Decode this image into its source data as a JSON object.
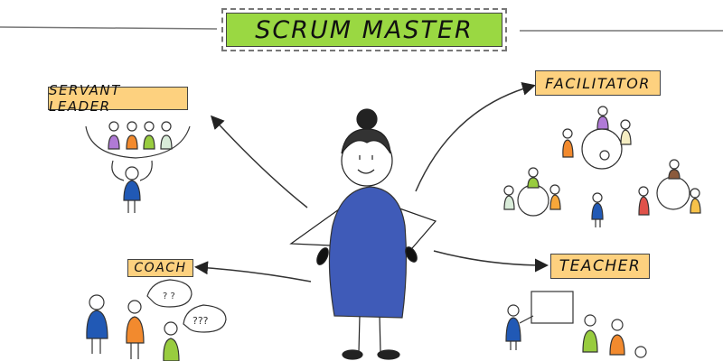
{
  "title": "SCRUM MASTER",
  "roles": [
    {
      "id": "servant_leader",
      "label": "SERVANT LEADER"
    },
    {
      "id": "facilitator",
      "label": "FACILITATOR"
    },
    {
      "id": "coach",
      "label": "COACH"
    },
    {
      "id": "teacher",
      "label": "TEACHER"
    }
  ],
  "speech_bubbles": [
    "? ?",
    "???"
  ],
  "colors": {
    "title_bg": "#9ad842",
    "label_bg": "#fdd17f",
    "dress": "#3f5bb8",
    "blue": "#2159b5",
    "orange": "#f28a2e",
    "green": "#98cc3f",
    "purple": "#b07ad6",
    "mint": "#d9ecd9",
    "cream": "#f5edc2",
    "brown": "#8b5a3c",
    "red": "#e0524a",
    "yellow": "#f7c24a",
    "line": "#333333"
  }
}
